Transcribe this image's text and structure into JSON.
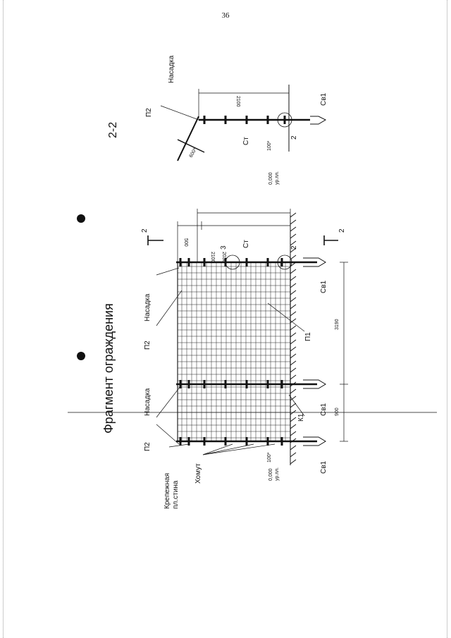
{
  "page": {
    "number": "36"
  },
  "drawing": {
    "title": "Фрагмент ограждения",
    "section_title": "2-2",
    "labels": {
      "p2": "П2",
      "nasadka": "Насадка",
      "krep_line1": "Крепежная",
      "krep_line2": "пл.стина",
      "homut": "Хомут",
      "p1": "П1",
      "k1": "К1",
      "st": "Ст",
      "sv1": "Св1",
      "three": "3",
      "two": "2",
      "section_mark": "2",
      "level_line1": "0,000",
      "level_line2": "ур.пл.",
      "level_100": "100*",
      "angle": "600*"
    },
    "dimensions": {
      "d2100": "2100",
      "d2030": "2030",
      "d500": "500",
      "d3190": "3190",
      "d900": "900"
    }
  }
}
